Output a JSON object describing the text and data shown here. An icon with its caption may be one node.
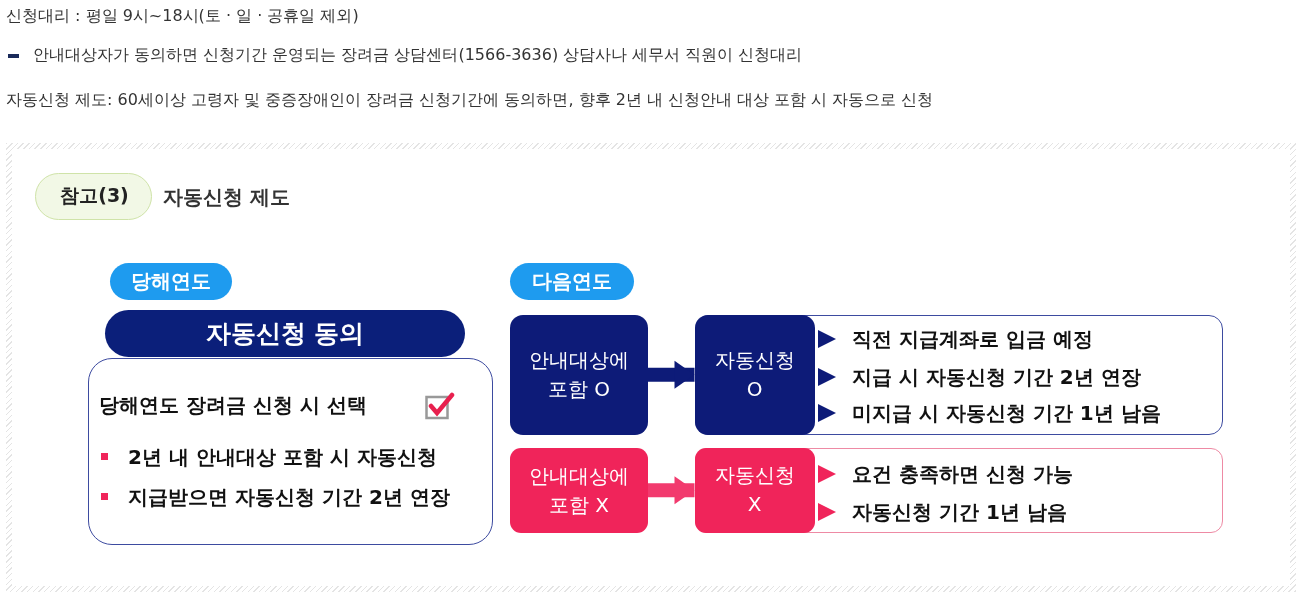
{
  "diagram": {
    "nodes": [
      {
        "text": [
          "참고(3)"
        ],
        "beside": [
          "자동신청 제도"
        ]
      },
      {
        "text": [
          "당해연도"
        ]
      },
      {
        "text": [
          "자동신청 동의"
        ]
      },
      {
        "text": [
          "당해연도 장려금 신청 시 선택",
          "2년 내 안내대상 포함 시 자동신청",
          "지급받으면 자동신청 기간 2년 연장"
        ]
      },
      {
        "text": [
          "다음연도"
        ]
      },
      {
        "text": [
          "안내대상에 포함 O"
        ]
      },
      {
        "text": [
          "직전 지급계좌로 입금 예정",
          "지급 시 자동신청 기간 2년 연장",
          "미지급 시 자동신청 기간 1년 남음"
        ]
      },
      {
        "text": [
          "자동신청 O"
        ],
        "in": 6
      },
      {
        "text": [
          "안내대상에 포함 X"
        ]
      },
      {
        "text": [
          "요건 충족하면 신청 가능",
          "자동신청 기간 1년 남음"
        ]
      },
      {
        "text": [
          "자동신청 X"
        ],
        "in": 9
      }
    ],
    "edges": [
      {
        "from": 5,
        "to": 7,
        "arrow": "to",
        "color": "#0d1b78"
      },
      {
        "from": 8,
        "to": 10,
        "arrow": "to",
        "color": "#f23a6e"
      }
    ],
    "labels": [
      "신청대리 : 평일 9시~18시(토 · 일 · 공휴일 제외)",
      "안내대상자가 동의하면 신청기간 운영되는 장려금 상담센터(1566-3636) 상담사나 세무서 직원이 신청대리",
      "자동신청 제도: 60세이상 고령자 및 중증장애인이 장려금 신청기간에 동의하면, 향후 2년 내 신청안내 대상 포함 시 자동으로 신청"
    ]
  }
}
